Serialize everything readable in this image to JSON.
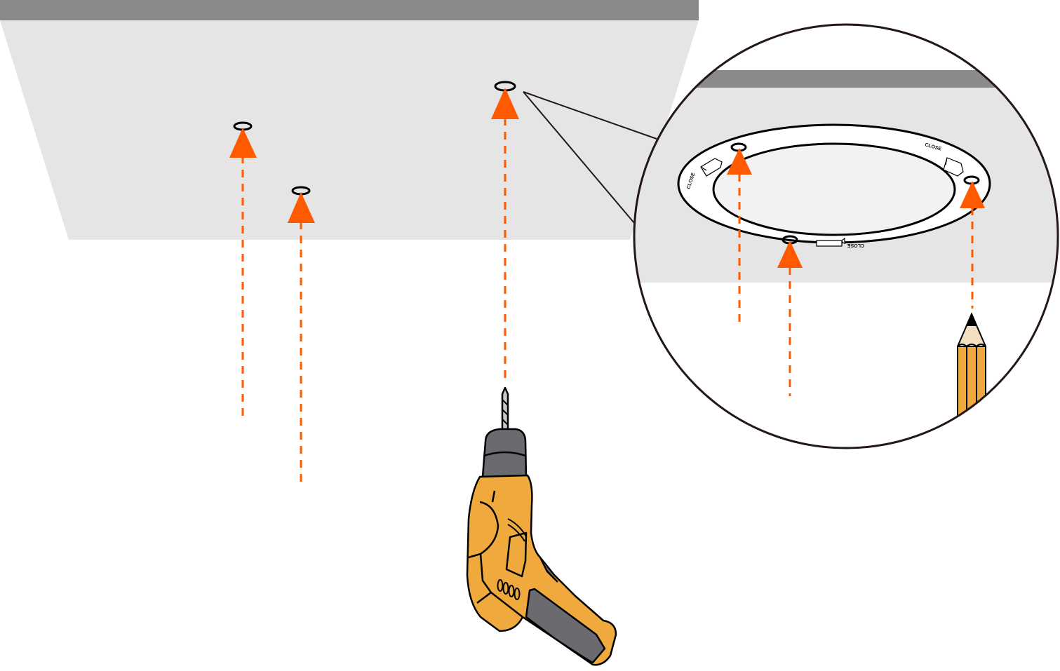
{
  "figure": {
    "type": "ceiling-mount-installation-diagram",
    "ring_labels": [
      "CLOSE",
      "CLOSE",
      "CLOSE"
    ]
  },
  "colors": {
    "accent": "#ff5a00",
    "ceiling_face": "#e5e5e5",
    "ceiling_edge": "#8a8a8a",
    "drill_body": "#f0a93c",
    "drill_grip": "#6b6a6f",
    "pencil": "#f0a93c"
  }
}
